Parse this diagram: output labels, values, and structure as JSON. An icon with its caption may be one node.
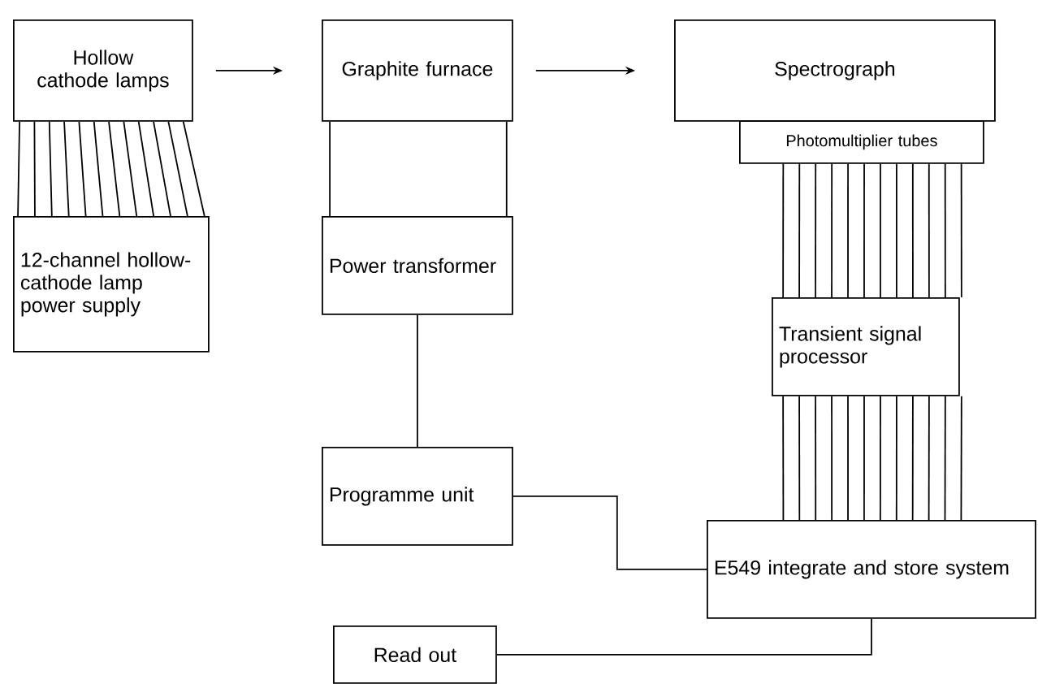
{
  "diagram": {
    "nodes": [
      {
        "text": [
          "Hollow cathode lamps"
        ]
      },
      {
        "text": [
          "12-channel hollow-cathode lamp power supply"
        ]
      },
      {
        "text": [
          "Graphite furnace"
        ]
      },
      {
        "text": [
          "Power transformer"
        ]
      },
      {
        "text": [
          "Programme unit"
        ]
      },
      {
        "text": [
          "Spectrograph"
        ]
      },
      {
        "text": [
          "Photomultiplier tubes"
        ]
      },
      {
        "text": [
          "Transient signal processor"
        ]
      },
      {
        "text": [
          "E549 integrate and store system"
        ]
      },
      {
        "text": [
          "Read out"
        ]
      }
    ],
    "edges": [
      {
        "from": 0,
        "to": 2,
        "arrow": "to"
      },
      {
        "from": 2,
        "to": 5,
        "arrow": "to"
      },
      {
        "from": 0,
        "to": 1,
        "arrow": "none"
      },
      {
        "from": 0,
        "to": 1,
        "arrow": "none"
      },
      {
        "from": 0,
        "to": 1,
        "arrow": "none"
      },
      {
        "from": 0,
        "to": 1,
        "arrow": "none"
      },
      {
        "from": 0,
        "to": 1,
        "arrow": "none"
      },
      {
        "from": 0,
        "to": 1,
        "arrow": "none"
      },
      {
        "from": 0,
        "to": 1,
        "arrow": "none"
      },
      {
        "from": 0,
        "to": 1,
        "arrow": "none"
      },
      {
        "from": 0,
        "to": 1,
        "arrow": "none"
      },
      {
        "from": 0,
        "to": 1,
        "arrow": "none"
      },
      {
        "from": 0,
        "to": 1,
        "arrow": "none"
      },
      {
        "from": 0,
        "to": 1,
        "arrow": "none"
      },
      {
        "from": 2,
        "to": 3,
        "arrow": "none"
      },
      {
        "from": 2,
        "to": 3,
        "arrow": "none"
      },
      {
        "from": 3,
        "to": 4,
        "arrow": "none"
      },
      {
        "from": 6,
        "to": 7,
        "arrow": "none"
      },
      {
        "from": 6,
        "to": 7,
        "arrow": "none"
      },
      {
        "from": 6,
        "to": 7,
        "arrow": "none"
      },
      {
        "from": 6,
        "to": 7,
        "arrow": "none"
      },
      {
        "from": 6,
        "to": 7,
        "arrow": "none"
      },
      {
        "from": 6,
        "to": 7,
        "arrow": "none"
      },
      {
        "from": 6,
        "to": 7,
        "arrow": "none"
      },
      {
        "from": 6,
        "to": 7,
        "arrow": "none"
      },
      {
        "from": 6,
        "to": 7,
        "arrow": "none"
      },
      {
        "from": 6,
        "to": 7,
        "arrow": "none"
      },
      {
        "from": 6,
        "to": 7,
        "arrow": "none"
      },
      {
        "from": 6,
        "to": 7,
        "arrow": "none"
      },
      {
        "from": 7,
        "to": 8,
        "arrow": "none"
      },
      {
        "from": 7,
        "to": 8,
        "arrow": "none"
      },
      {
        "from": 7,
        "to": 8,
        "arrow": "none"
      },
      {
        "from": 7,
        "to": 8,
        "arrow": "none"
      },
      {
        "from": 7,
        "to": 8,
        "arrow": "none"
      },
      {
        "from": 7,
        "to": 8,
        "arrow": "none"
      },
      {
        "from": 7,
        "to": 8,
        "arrow": "none"
      },
      {
        "from": 7,
        "to": 8,
        "arrow": "none"
      },
      {
        "from": 7,
        "to": 8,
        "arrow": "none"
      },
      {
        "from": 7,
        "to": 8,
        "arrow": "none"
      },
      {
        "from": 7,
        "to": 8,
        "arrow": "none"
      },
      {
        "from": 7,
        "to": 8,
        "arrow": "none"
      },
      {
        "from": 4,
        "to": 8,
        "arrow": "none"
      },
      {
        "from": 8,
        "to": 9,
        "arrow": "none"
      }
    ]
  }
}
